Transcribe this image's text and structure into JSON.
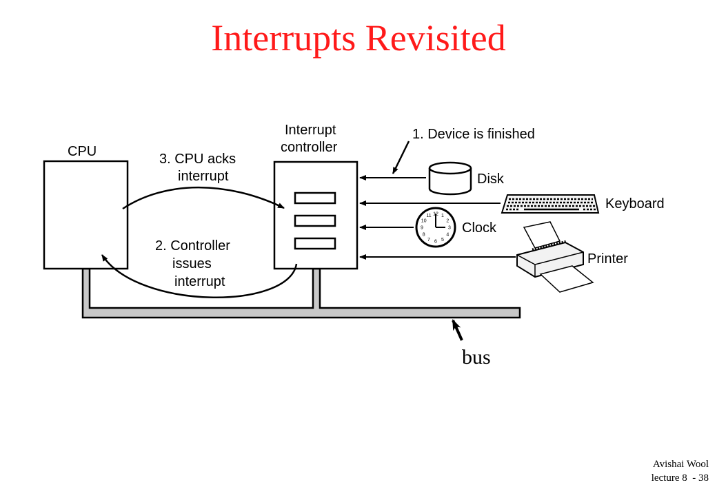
{
  "slide": {
    "title": "Interrupts Revisited",
    "author": "Avishai Wool",
    "lecture": "lecture 8  - 38"
  },
  "diagram": {
    "cpu_label": "CPU",
    "controller_label_line1": "Interrupt",
    "controller_label_line2": "controller",
    "step1": "1. Device is finished",
    "step2_line1": "2. Controller",
    "step2_line2": "issues",
    "step2_line3": "interrupt",
    "step3_line1": "3. CPU acks",
    "step3_line2": "interrupt",
    "devices": {
      "disk": "Disk",
      "keyboard": "Keyboard",
      "clock": "Clock",
      "printer": "Printer"
    },
    "clock_numbers": [
      "12",
      "1",
      "2",
      "3",
      "4",
      "5",
      "6",
      "7",
      "8",
      "9",
      "10",
      "11"
    ],
    "bus_label": "bus"
  }
}
